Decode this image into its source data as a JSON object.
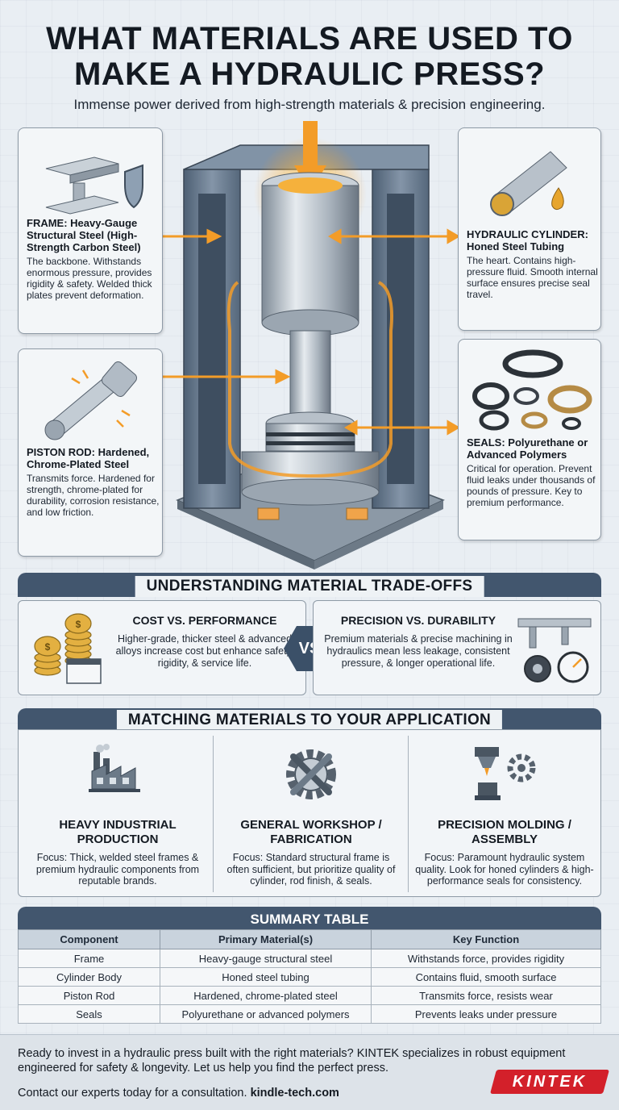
{
  "header": {
    "title": "WHAT MATERIALS ARE USED TO MAKE A HYDRAULIC PRESS?",
    "subtitle": "Immense power derived from high-strength materials & precision engineering."
  },
  "components": {
    "frame": {
      "title": "FRAME: Heavy-Gauge Structural Steel (High-Strength Carbon Steel)",
      "text": "The backbone. Withstands enormous pressure, provides rigidity & safety. Welded thick plates prevent deformation."
    },
    "cylinder": {
      "title": "HYDRAULIC CYLINDER: Honed Steel Tubing",
      "text": "The heart. Contains high-pressure fluid. Smooth internal surface ensures precise seal travel."
    },
    "rod": {
      "title": "PISTON ROD: Hardened, Chrome-Plated Steel",
      "text": "Transmits force. Hardened for strength, chrome-plated for durability, corrosion resistance, and low friction."
    },
    "seals": {
      "title": "SEALS: Polyurethane or Advanced Polymers",
      "text": "Critical for operation. Prevent fluid leaks under thousands of pounds of pressure. Key to premium performance."
    }
  },
  "tradeoffs": {
    "heading": "UNDERSTANDING MATERIAL TRADE-OFFS",
    "vs": "VS",
    "left": {
      "title": "COST VS. PERFORMANCE",
      "text": "Higher-grade, thicker steel & advanced alloys increase cost but enhance safety, rigidity, & service life."
    },
    "right": {
      "title": "PRECISION VS. DURABILITY",
      "text": "Premium materials & precise machining in hydraulics mean less leakage, consistent pressure, & longer operational life."
    }
  },
  "applications": {
    "heading": "MATCHING MATERIALS TO YOUR APPLICATION",
    "items": [
      {
        "title": "HEAVY INDUSTRIAL PRODUCTION",
        "text": "Focus: Thick, welded steel frames & premium hydraulic components from reputable brands.",
        "icon": "factory-icon"
      },
      {
        "title": "GENERAL WORKSHOP / FABRICATION",
        "text": "Focus: Standard structural frame is often sufficient, but prioritize quality of cylinder, rod finish, & seals.",
        "icon": "gear-wrench-icon"
      },
      {
        "title": "PRECISION MOLDING / ASSEMBLY",
        "text": "Focus: Paramount hydraulic system quality. Look for honed cylinders & high-performance seals for consistency.",
        "icon": "precision-tool-icon"
      }
    ]
  },
  "summary": {
    "heading": "SUMMARY TABLE",
    "columns": [
      "Component",
      "Primary Material(s)",
      "Key Function"
    ],
    "rows": [
      [
        "Frame",
        "Heavy-gauge structural steel",
        "Withstands force, provides rigidity"
      ],
      [
        "Cylinder Body",
        "Honed steel tubing",
        "Contains fluid, smooth surface"
      ],
      [
        "Piston Rod",
        "Hardened, chrome-plated steel",
        "Transmits force, resists wear"
      ],
      [
        "Seals",
        "Polyurethane or advanced polymers",
        "Prevents leaks under pressure"
      ]
    ]
  },
  "footer": {
    "text": "Ready to invest in a hydraulic press built with the right materials? KINTEK specializes in robust equipment engineered for safety & longevity. Let us help you find the perfect press.",
    "contact_prefix": "Contact our experts today for a consultation.",
    "contact_link": "kindle-tech.com",
    "logo": "KINTEK"
  },
  "colors": {
    "accent_orange": "#f39c28",
    "band_blue": "#42566e",
    "brand_red": "#d3202a"
  }
}
